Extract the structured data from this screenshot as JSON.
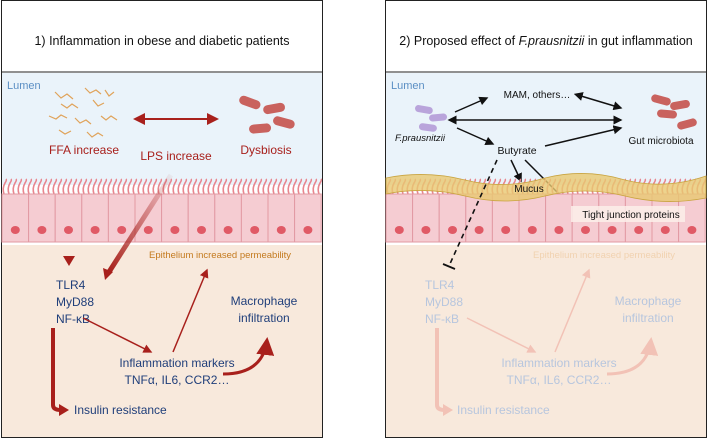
{
  "panel1": {
    "title": "1) Inflammation in obese and diabetic patients",
    "lumen": "Lumen",
    "ffa": "FFA increase",
    "lps": "LPS increase",
    "dysbiosis": "Dysbiosis",
    "epithelium": "Epithelium increased permeability",
    "tlr4": "TLR4",
    "myd88": "MyD88",
    "nfkb": "NF-κB",
    "macrophage_1": "Macrophage",
    "macrophage_2": "infiltration",
    "markers_1": "Inflammation markers",
    "markers_2": "TNFα, IL6, CCR2…",
    "insulin": "Insulin resistance"
  },
  "panel2": {
    "title_prefix": "2) Proposed effect of ",
    "title_species": "F.prausnitzii",
    "title_suffix": " in gut inflammation",
    "lumen": "Lumen",
    "fprausnitzii": "F.prausnitzii",
    "mam": "MAM, others…",
    "butyrate": "Butyrate",
    "gut_microbiota": "Gut microbiota",
    "mucus": "Mucus",
    "tight_junction": "Tight junction proteins",
    "epithelium": "Epithelium increased permeability",
    "tlr4": "TLR4",
    "myd88": "MyD88",
    "nfkb": "NF-κB",
    "macrophage_1": "Macrophage",
    "macrophage_2": "infiltration",
    "markers_1": "Inflammation markers",
    "markers_2": "TNFα, IL6, CCR2…",
    "insulin": "Insulin resistance"
  },
  "colors": {
    "lumen_bg": "#eaf3fa",
    "tissue_bg": "#f8e9dc",
    "lumen_text": "#5b8fc4",
    "dark_red": "#a8201c",
    "navy": "#1f3e7a",
    "orange_text": "#c47a1e",
    "villi": "#e8868e",
    "cell_fill": "#f5ccd2",
    "nucleus": "#e05a66",
    "mucus": "#e8c870",
    "bacteria": "#c9625e",
    "fprau_bacteria": "#b9a4db",
    "faded_text": "#b7c6de",
    "faded_arrow": "#f2c2b6",
    "faded_orange": "#f1d2b0"
  }
}
